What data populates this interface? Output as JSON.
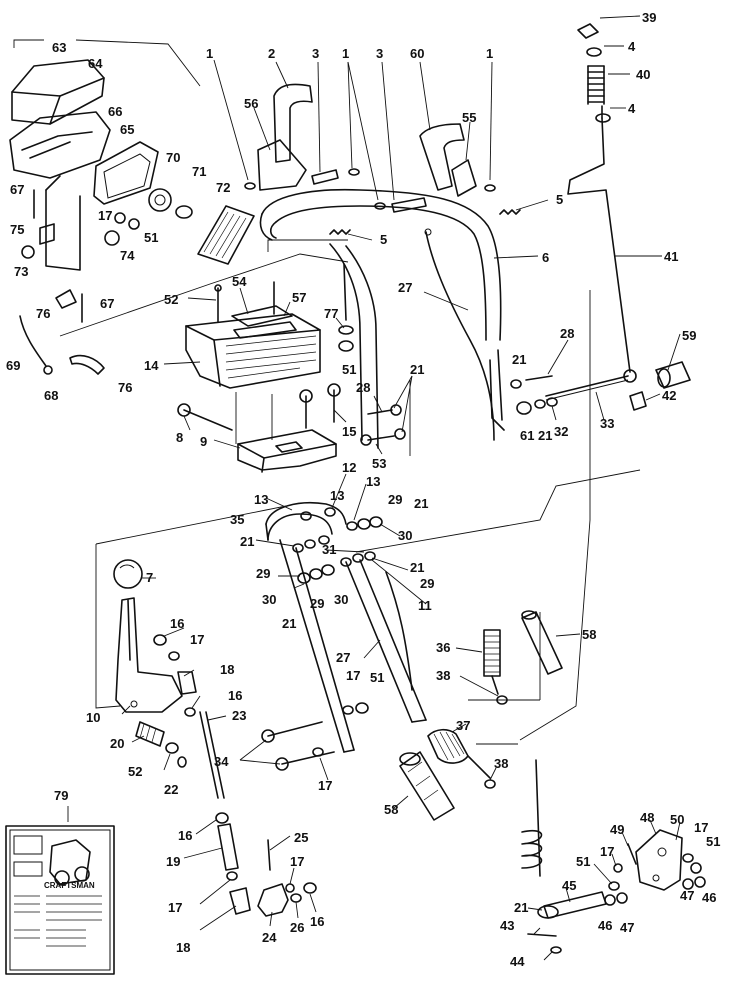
{
  "diagram": {
    "labels": [
      {
        "id": "l63",
        "text": "63"
      },
      {
        "id": "l64",
        "text": "64"
      },
      {
        "id": "l66",
        "text": "66"
      },
      {
        "id": "l65",
        "text": "65"
      },
      {
        "id": "l67a",
        "text": "67"
      },
      {
        "id": "l75",
        "text": "75"
      },
      {
        "id": "l73",
        "text": "73"
      },
      {
        "id": "l74",
        "text": "74"
      },
      {
        "id": "l76a",
        "text": "76"
      },
      {
        "id": "l67b",
        "text": "67"
      },
      {
        "id": "l69",
        "text": "69"
      },
      {
        "id": "l68",
        "text": "68"
      },
      {
        "id": "l76b",
        "text": "76"
      },
      {
        "id": "l17a",
        "text": "17"
      },
      {
        "id": "l51a",
        "text": "51"
      },
      {
        "id": "l70",
        "text": "70"
      },
      {
        "id": "l71",
        "text": "71"
      },
      {
        "id": "l72",
        "text": "72"
      },
      {
        "id": "l1a",
        "text": "1"
      },
      {
        "id": "l2",
        "text": "2"
      },
      {
        "id": "l3a",
        "text": "3"
      },
      {
        "id": "l1b",
        "text": "1"
      },
      {
        "id": "l3b",
        "text": "3"
      },
      {
        "id": "l60",
        "text": "60"
      },
      {
        "id": "l1c",
        "text": "1"
      },
      {
        "id": "l56",
        "text": "56"
      },
      {
        "id": "l55",
        "text": "55"
      },
      {
        "id": "l5a",
        "text": "5"
      },
      {
        "id": "l5b",
        "text": "5"
      },
      {
        "id": "l6",
        "text": "6"
      },
      {
        "id": "l39",
        "text": "39"
      },
      {
        "id": "l4a",
        "text": "4"
      },
      {
        "id": "l40",
        "text": "40"
      },
      {
        "id": "l4b",
        "text": "4"
      },
      {
        "id": "l41",
        "text": "41"
      },
      {
        "id": "l52",
        "text": "52"
      },
      {
        "id": "l54",
        "text": "54"
      },
      {
        "id": "l57",
        "text": "57"
      },
      {
        "id": "l27a",
        "text": "27"
      },
      {
        "id": "l77",
        "text": "77"
      },
      {
        "id": "l51b",
        "text": "51"
      },
      {
        "id": "l14",
        "text": "14"
      },
      {
        "id": "l28a",
        "text": "28"
      },
      {
        "id": "l21a",
        "text": "21"
      },
      {
        "id": "l28b",
        "text": "28"
      },
      {
        "id": "l59",
        "text": "59"
      },
      {
        "id": "l21b",
        "text": "21"
      },
      {
        "id": "l61",
        "text": "61"
      },
      {
        "id": "l21c",
        "text": "21"
      },
      {
        "id": "l32",
        "text": "32"
      },
      {
        "id": "l33",
        "text": "33"
      },
      {
        "id": "l42",
        "text": "42"
      },
      {
        "id": "l8",
        "text": "8"
      },
      {
        "id": "l15",
        "text": "15"
      },
      {
        "id": "l9",
        "text": "9"
      },
      {
        "id": "l53",
        "text": "53"
      },
      {
        "id": "l12",
        "text": "12"
      },
      {
        "id": "l13a",
        "text": "13"
      },
      {
        "id": "l13b",
        "text": "13"
      },
      {
        "id": "l13c",
        "text": "13"
      },
      {
        "id": "l29a",
        "text": "29"
      },
      {
        "id": "l21d",
        "text": "21"
      },
      {
        "id": "l35",
        "text": "35"
      },
      {
        "id": "l21e",
        "text": "21"
      },
      {
        "id": "l30a",
        "text": "30"
      },
      {
        "id": "l31",
        "text": "31"
      },
      {
        "id": "l21f",
        "text": "21"
      },
      {
        "id": "l29b",
        "text": "29"
      },
      {
        "id": "l29c",
        "text": "29"
      },
      {
        "id": "l30b",
        "text": "30"
      },
      {
        "id": "l11",
        "text": "11"
      },
      {
        "id": "l30c",
        "text": "30"
      },
      {
        "id": "l29d",
        "text": "29"
      },
      {
        "id": "l21g",
        "text": "21"
      },
      {
        "id": "l7",
        "text": "7"
      },
      {
        "id": "l58a",
        "text": "58"
      },
      {
        "id": "l16a",
        "text": "16"
      },
      {
        "id": "l17b",
        "text": "17"
      },
      {
        "id": "l36",
        "text": "36"
      },
      {
        "id": "l27b",
        "text": "27"
      },
      {
        "id": "l18a",
        "text": "18"
      },
      {
        "id": "l16b",
        "text": "16"
      },
      {
        "id": "l38a",
        "text": "38"
      },
      {
        "id": "l17c",
        "text": "17"
      },
      {
        "id": "l51c",
        "text": "51"
      },
      {
        "id": "l10",
        "text": "10"
      },
      {
        "id": "l23",
        "text": "23"
      },
      {
        "id": "l37",
        "text": "37"
      },
      {
        "id": "l20",
        "text": "20"
      },
      {
        "id": "l52b",
        "text": "52"
      },
      {
        "id": "l22",
        "text": "22"
      },
      {
        "id": "l34",
        "text": "34"
      },
      {
        "id": "l17d",
        "text": "17"
      },
      {
        "id": "l38b",
        "text": "38"
      },
      {
        "id": "l58b",
        "text": "58"
      },
      {
        "id": "l79",
        "text": "79"
      },
      {
        "id": "l16c",
        "text": "16"
      },
      {
        "id": "l25",
        "text": "25"
      },
      {
        "id": "l19",
        "text": "19"
      },
      {
        "id": "l17e",
        "text": "17"
      },
      {
        "id": "l17f",
        "text": "17"
      },
      {
        "id": "l16d",
        "text": "16"
      },
      {
        "id": "l18b",
        "text": "18"
      },
      {
        "id": "l24",
        "text": "24"
      },
      {
        "id": "l26",
        "text": "26"
      },
      {
        "id": "l48",
        "text": "48"
      },
      {
        "id": "l50",
        "text": "50"
      },
      {
        "id": "l17g",
        "text": "17"
      },
      {
        "id": "l49",
        "text": "49"
      },
      {
        "id": "l51d",
        "text": "51"
      },
      {
        "id": "l17h",
        "text": "17"
      },
      {
        "id": "l51e",
        "text": "51"
      },
      {
        "id": "l47a",
        "text": "47"
      },
      {
        "id": "l46a",
        "text": "46"
      },
      {
        "id": "l45",
        "text": "45"
      },
      {
        "id": "l21h",
        "text": "21"
      },
      {
        "id": "l46b",
        "text": "46"
      },
      {
        "id": "l47b",
        "text": "47"
      },
      {
        "id": "l43",
        "text": "43"
      },
      {
        "id": "l44",
        "text": "44"
      }
    ],
    "manual": {
      "brand": "CRAFTSMAN"
    }
  }
}
